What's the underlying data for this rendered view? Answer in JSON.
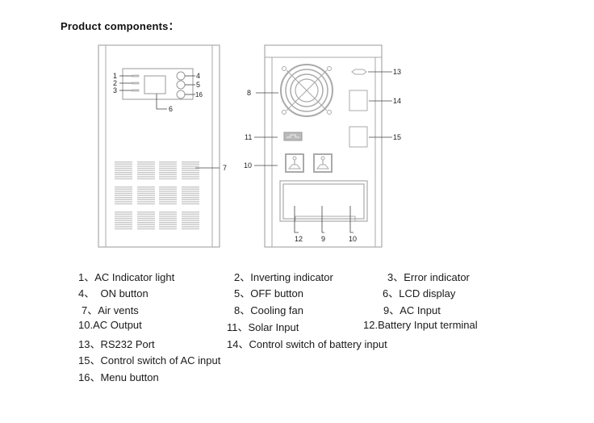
{
  "title": "Product components：",
  "front_panel": {
    "callouts": [
      "1",
      "2",
      "3",
      "4",
      "5",
      "16",
      "6",
      "7"
    ]
  },
  "back_panel": {
    "callouts": [
      "8",
      "11",
      "10",
      "13",
      "14",
      "15",
      "12",
      "9",
      "10"
    ]
  },
  "legend": [
    {
      "num": "1、",
      "label": "AC Indicator light"
    },
    {
      "num": "2、",
      "label": "Inverting indicator"
    },
    {
      "num": "3、",
      "label": "Error indicator"
    },
    {
      "num": "4、",
      "label": "  ON button"
    },
    {
      "num": "5、",
      "label": "OFF button"
    },
    {
      "num": "6、",
      "label": "LCD display"
    },
    {
      "num": "7、",
      "label": "Air vents"
    },
    {
      "num": "8、",
      "label": "Cooling fan"
    },
    {
      "num": "9、",
      "label": "AC Input"
    },
    {
      "num": "10.",
      "label": "AC Output"
    },
    {
      "num": "11、",
      "label": "Solar Input"
    },
    {
      "num": "12.",
      "label": "Battery Input terminal"
    },
    {
      "num": "13、",
      "label": "RS232 Port"
    },
    {
      "num": "14、",
      "label": "Control switch of battery input"
    },
    {
      "num": "15、",
      "label": "Control switch of AC input"
    },
    {
      "num": "16、",
      "label": "Menu button"
    }
  ]
}
